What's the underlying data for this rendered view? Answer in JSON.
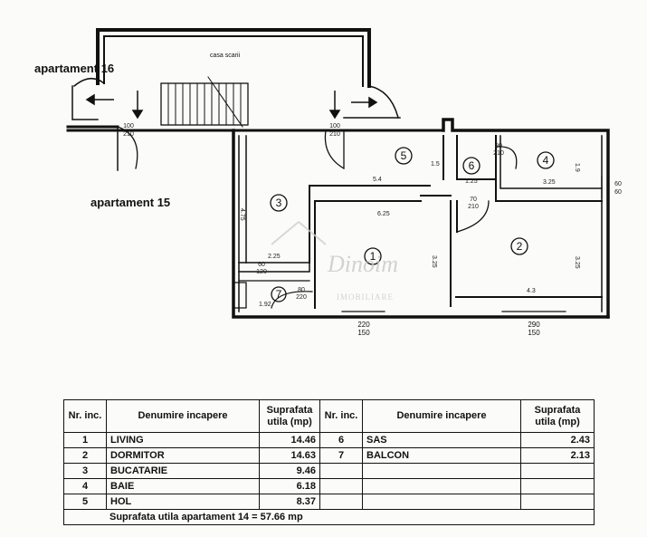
{
  "plan": {
    "stair_label": "casa scarii",
    "apartment_labels": [
      "apartament 16",
      "apartament 15"
    ],
    "room_numbers": [
      "1",
      "2",
      "3",
      "4",
      "5",
      "6",
      "7"
    ],
    "door_labels": [
      {
        "top": "100",
        "bottom": "210"
      },
      {
        "top": "100",
        "bottom": "210"
      },
      {
        "top": "80",
        "bottom": "210"
      },
      {
        "top": "70",
        "bottom": "210"
      },
      {
        "top": "60",
        "bottom": "120"
      },
      {
        "top": "80",
        "bottom": "220"
      },
      {
        "top": "60",
        "bottom": "60"
      }
    ],
    "window_labels": [
      {
        "top": "220",
        "bottom": "150"
      },
      {
        "top": "290",
        "bottom": "150"
      }
    ],
    "dimensions": [
      "5.4",
      "4.75",
      "3.25",
      "6.25",
      "1.5",
      "1.9",
      "1.25",
      "3.25",
      "2.25",
      "1.92",
      "3.25",
      "4.3"
    ],
    "watermark": {
      "brand": "Dinoim",
      "sub": "IMOBILIARE"
    }
  },
  "table": {
    "headers": {
      "nr": "Nr. inc.",
      "name": "Denumire incapere",
      "area": "Suprafata utila (mp)"
    },
    "rows": [
      {
        "nr": "1",
        "name": "LIVING",
        "area": "14.46",
        "nr2": "6",
        "name2": "SAS",
        "area2": "2.43"
      },
      {
        "nr": "2",
        "name": "DORMITOR",
        "area": "14.63",
        "nr2": "7",
        "name2": "BALCON",
        "area2": "2.13"
      },
      {
        "nr": "3",
        "name": "BUCATARIE",
        "area": "9.46",
        "nr2": "",
        "name2": "",
        "area2": ""
      },
      {
        "nr": "4",
        "name": "BAIE",
        "area": "6.18",
        "nr2": "",
        "name2": "",
        "area2": ""
      },
      {
        "nr": "5",
        "name": "HOL",
        "area": "8.37",
        "nr2": "",
        "name2": "",
        "area2": ""
      }
    ],
    "total": "Suprafata utila apartament 14 = 57.66 mp"
  }
}
